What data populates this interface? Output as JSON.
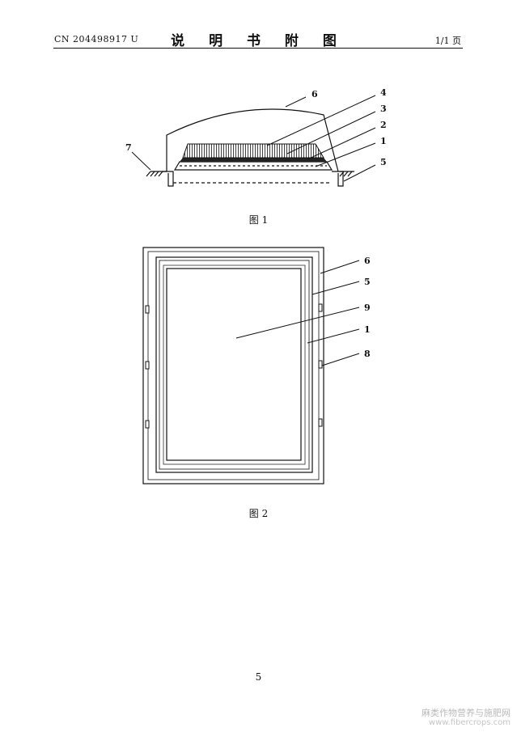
{
  "header": {
    "patent_number": "CN 204498917 U",
    "title": "说 明 书 附 图",
    "page_count": "1/1 页"
  },
  "figure1": {
    "caption": "图 1",
    "labels": [
      "6",
      "4",
      "3",
      "2",
      "1",
      "5",
      "7"
    ]
  },
  "figure2": {
    "caption": "图 2",
    "labels": [
      "6",
      "5",
      "9",
      "1",
      "8"
    ]
  },
  "footer": {
    "page_number": "5"
  },
  "watermark": {
    "text_cn": "麻类作物营养与施肥网",
    "url": "www.fibercrops.com"
  }
}
